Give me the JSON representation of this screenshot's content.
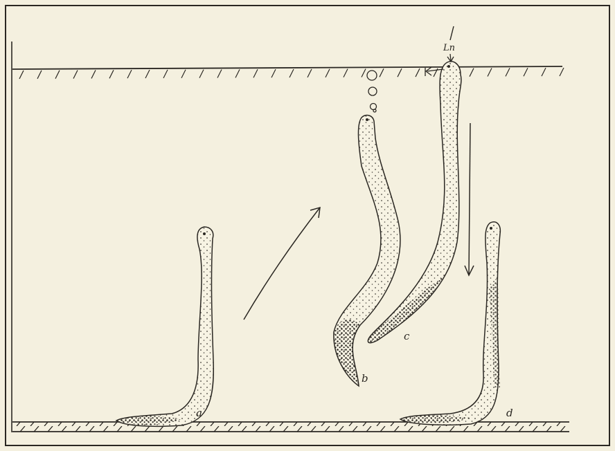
{
  "labels": {
    "a": "a",
    "b": "b",
    "c": "c",
    "d": "d",
    "ln": "Ln"
  },
  "colors": {
    "paper": "#f4f0df",
    "ink": "#2a2722",
    "body_fill": "#f7f3e3"
  }
}
